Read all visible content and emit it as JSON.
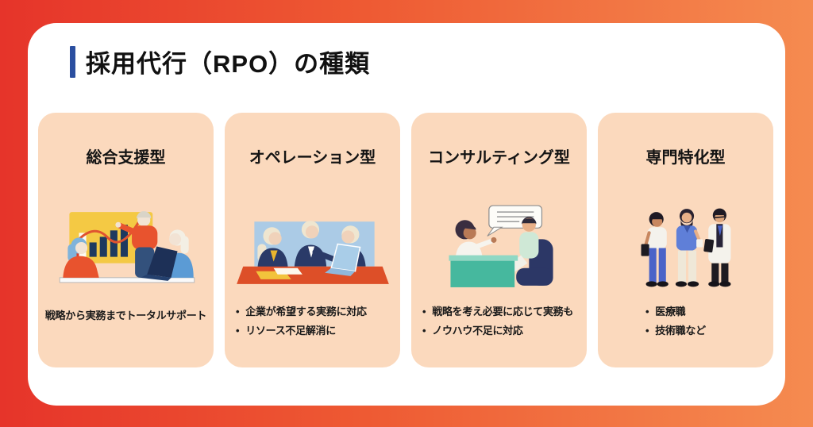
{
  "page": {
    "title": "採用代行（RPO）の種類"
  },
  "cards": [
    {
      "title": "総合支援型",
      "description": "戦略から実務までトータルサポート",
      "illustration": "team-meeting-presentation"
    },
    {
      "title": "オペレーション型",
      "bullets": [
        "企業が希望する実務に対応",
        "リソース不足解消に"
      ],
      "illustration": "staff-operations-table"
    },
    {
      "title": "コンサルティング型",
      "bullets": [
        "戦略を考え必要に応じて実務も",
        "ノウハウ不足に対応"
      ],
      "illustration": "consultation-interview"
    },
    {
      "title": "専門特化型",
      "bullets": [
        "医療職",
        "技術職など"
      ],
      "illustration": "medical-specialists"
    }
  ],
  "bullet_glyph": "•",
  "colors": {
    "gradient_start": "#e6342a",
    "gradient_end": "#f58b50",
    "panel_bg": "#ffffff",
    "card_bg": "#fbd9bd",
    "accent_bar": "#2b4fa0",
    "text": "#1a1a1a"
  }
}
